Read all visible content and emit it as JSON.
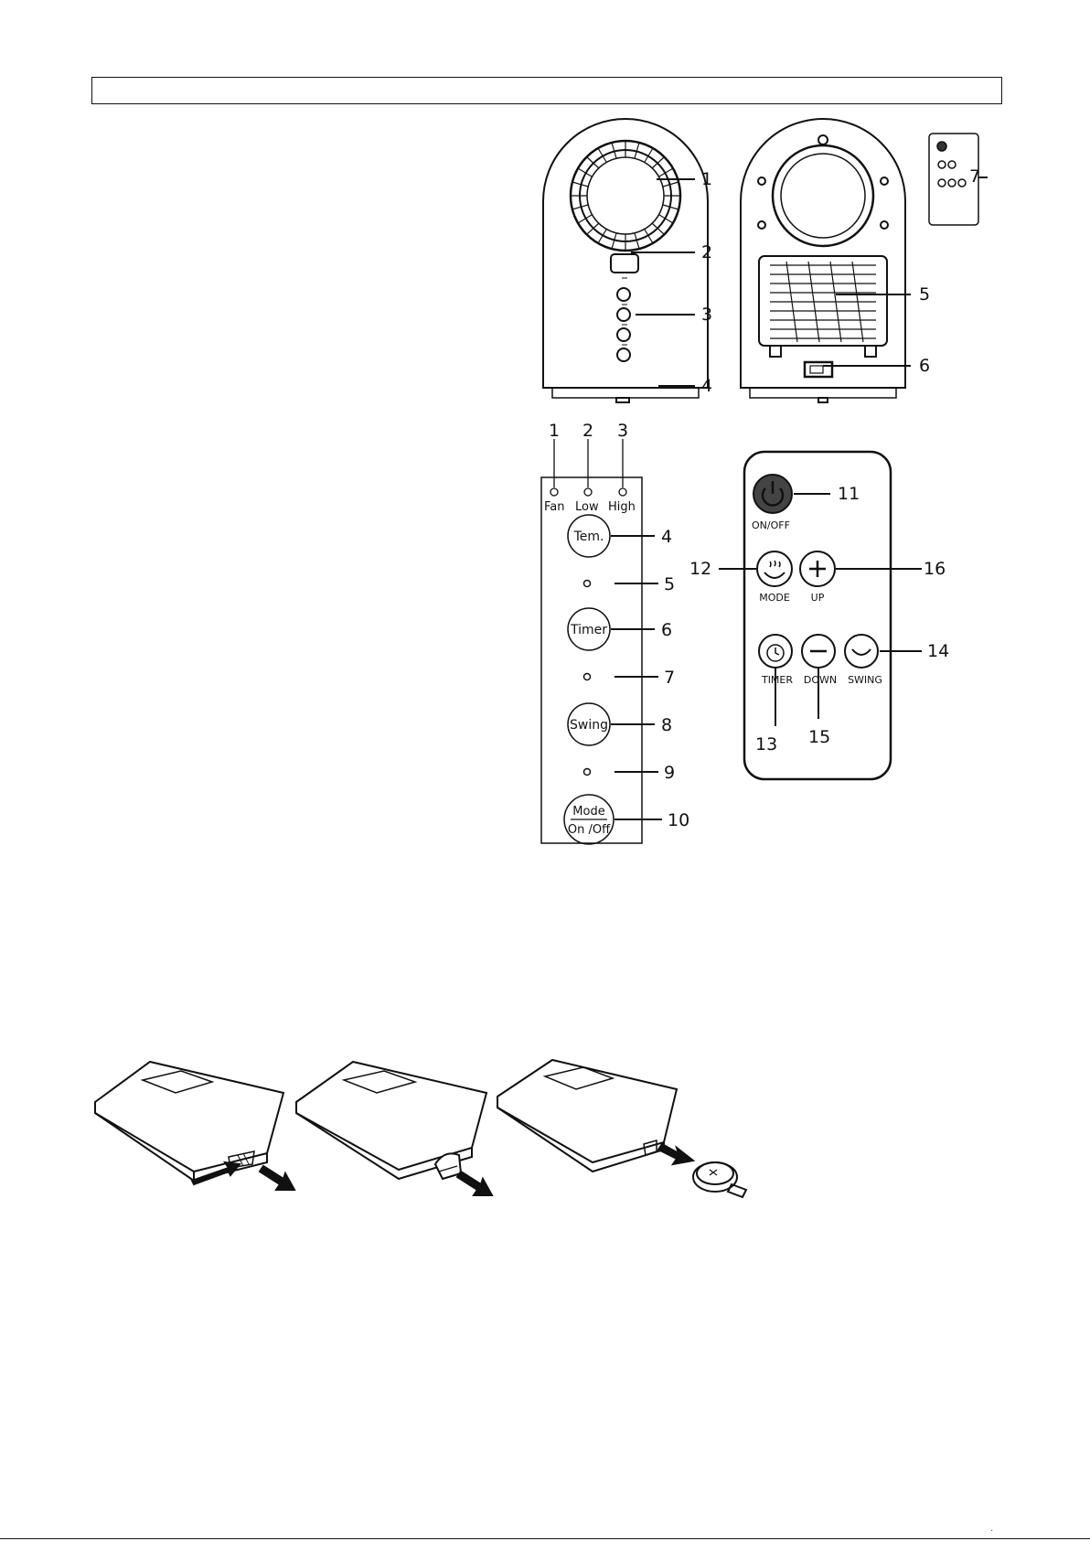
{
  "figure_heater": {
    "callouts": [
      "1",
      "2",
      "3",
      "4",
      "5",
      "6",
      "7"
    ]
  },
  "figure_panel": {
    "indicators": [
      {
        "number": "1",
        "label": "Fan"
      },
      {
        "number": "2",
        "label": "Low"
      },
      {
        "number": "3",
        "label": "High"
      }
    ],
    "buttons": {
      "tem": "Tem.",
      "timer": "Timer",
      "swing": "Swing",
      "mode_top": "Mode",
      "mode_bottom": "On /Off"
    },
    "callouts": [
      "4",
      "5",
      "6",
      "7",
      "8",
      "9",
      "10"
    ]
  },
  "figure_remote": {
    "labels": {
      "onoff": "ON/OFF",
      "mode": "MODE",
      "up": "UP",
      "timer": "TIMER",
      "down": "DOWN",
      "swing": "SWING"
    },
    "callouts": [
      "11",
      "12",
      "16",
      "14",
      "13",
      "15"
    ]
  },
  "footer": {
    "mark": "·"
  }
}
